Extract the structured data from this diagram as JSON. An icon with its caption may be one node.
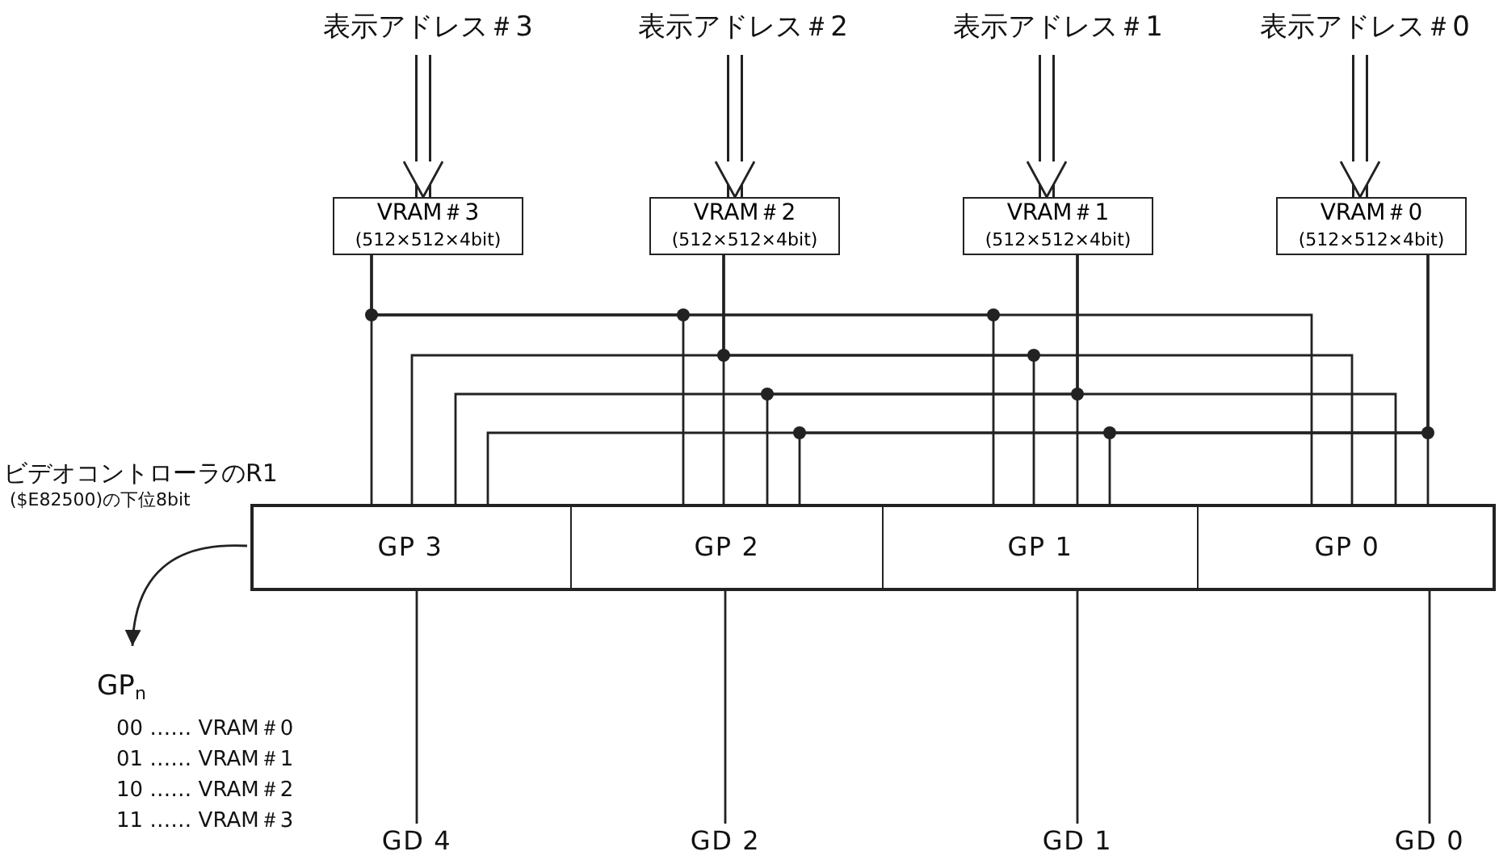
{
  "diagram": {
    "nodes": [
      {
        "text": [
          "表示アドレス＃3"
        ]
      },
      {
        "text": [
          "表示アドレス＃2"
        ]
      },
      {
        "text": [
          "表示アドレス＃1"
        ]
      },
      {
        "text": [
          "表示アドレス＃0"
        ]
      },
      {
        "text": [
          "VRAM＃3",
          "(512×512×4bit)"
        ]
      },
      {
        "text": [
          "VRAM＃2",
          "(512×512×4bit)"
        ]
      },
      {
        "text": [
          "VRAM＃1",
          "(512×512×4bit)"
        ]
      },
      {
        "text": [
          "VRAM＃0",
          "(512×512×4bit)"
        ]
      },
      {
        "text": [],
        "shape": "box",
        "beside": [
          "ビデオコントローラのR1",
          "($E82500)の下位8bit"
        ]
      },
      {
        "text": [
          "GP 3"
        ],
        "in": 8
      },
      {
        "text": [
          "GP 2"
        ],
        "in": 8
      },
      {
        "text": [
          "GP 1"
        ],
        "in": 8
      },
      {
        "text": [
          "GP 0"
        ],
        "in": 8
      },
      {
        "text": [
          "GD 4"
        ]
      },
      {
        "text": [
          "GD 2"
        ]
      },
      {
        "text": [
          "GD 1"
        ]
      },
      {
        "text": [
          "GD 0"
        ]
      },
      {
        "text": [
          "GP$_{n}$"
        ]
      }
    ],
    "edges": [
      {
        "from": 0,
        "to": 4,
        "arrow": "to"
      },
      {
        "from": 1,
        "to": 5,
        "arrow": "to"
      },
      {
        "from": 2,
        "to": 6,
        "arrow": "to"
      },
      {
        "from": 3,
        "to": 7,
        "arrow": "to"
      },
      {
        "from": 4,
        "to": 9,
        "arrow": "none"
      },
      {
        "from": 4,
        "to": 10,
        "arrow": "none"
      },
      {
        "from": 4,
        "to": 11,
        "arrow": "none"
      },
      {
        "from": 4,
        "to": 12,
        "arrow": "none"
      },
      {
        "from": 5,
        "to": 9,
        "arrow": "none"
      },
      {
        "from": 5,
        "to": 10,
        "arrow": "none"
      },
      {
        "from": 5,
        "to": 11,
        "arrow": "none"
      },
      {
        "from": 5,
        "to": 12,
        "arrow": "none"
      },
      {
        "from": 6,
        "to": 9,
        "arrow": "none"
      },
      {
        "from": 6,
        "to": 10,
        "arrow": "none"
      },
      {
        "from": 6,
        "to": 11,
        "arrow": "none"
      },
      {
        "from": 6,
        "to": 12,
        "arrow": "none"
      },
      {
        "from": 7,
        "to": 9,
        "arrow": "none"
      },
      {
        "from": 7,
        "to": 10,
        "arrow": "none"
      },
      {
        "from": 7,
        "to": 11,
        "arrow": "none"
      },
      {
        "from": 7,
        "to": 12,
        "arrow": "none"
      },
      {
        "from": 9,
        "to": 13,
        "arrow": "none"
      },
      {
        "from": 10,
        "to": 14,
        "arrow": "none"
      },
      {
        "from": 11,
        "to": 15,
        "arrow": "none"
      },
      {
        "from": 12,
        "to": 16,
        "arrow": "none"
      },
      {
        "from": 8,
        "to": 17,
        "arrow": "to"
      }
    ],
    "labels": [
      "00 …… VRAM＃0",
      "01 …… VRAM＃1",
      "10 …… VRAM＃2",
      "11 …… VRAM＃3"
    ]
  }
}
